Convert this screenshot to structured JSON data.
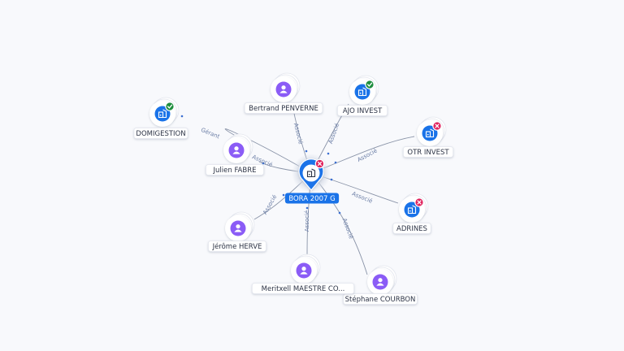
{
  "graph": {
    "center": {
      "label": "BORA 2007 G",
      "icon": "building-icon",
      "status": "error",
      "status_icon": "close-icon"
    },
    "nodes": [
      {
        "id": "domigestion",
        "label": "DOMIGESTION",
        "kind": "company",
        "icon": "building-icon",
        "status": "ok",
        "status_icon": "check-icon",
        "edge_label": "Gérant"
      },
      {
        "id": "julien",
        "label": "Julien FABRE",
        "kind": "person",
        "icon": "person-icon",
        "edge_label": "Associé"
      },
      {
        "id": "bertrand",
        "label": "Bertrand PENVERNE",
        "kind": "person",
        "icon": "person-icon",
        "edge_label": "Associé"
      },
      {
        "id": "ajo",
        "label": "AJO INVEST",
        "kind": "company",
        "icon": "building-icon",
        "status": "ok",
        "status_icon": "check-icon",
        "edge_label": "Associé"
      },
      {
        "id": "otr",
        "label": "OTR INVEST",
        "kind": "company",
        "icon": "building-icon",
        "status": "error",
        "status_icon": "close-icon",
        "edge_label": "Associé"
      },
      {
        "id": "adrines",
        "label": "ADRINES",
        "kind": "company",
        "icon": "building-icon",
        "status": "error",
        "status_icon": "close-icon",
        "edge_label": "Associé"
      },
      {
        "id": "stephane",
        "label": "Stéphane COURBON",
        "kind": "person",
        "icon": "person-icon",
        "edge_label": "Associé"
      },
      {
        "id": "meritxell",
        "label": "Meritxell MAESTRE CO...",
        "kind": "person",
        "icon": "person-icon",
        "edge_label": "Associé"
      },
      {
        "id": "jerome",
        "label": "Jérôme HERVE",
        "kind": "person",
        "icon": "person-icon",
        "edge_label": "Associé"
      }
    ],
    "colors": {
      "company": "#1a73e8",
      "person": "#8b5cf6",
      "ok": "#1e8e3e",
      "error": "#e0245e",
      "edge": "#8a94a8",
      "edge_label": "#6b7ea6",
      "center_label_bg": "#1a73e8"
    }
  }
}
